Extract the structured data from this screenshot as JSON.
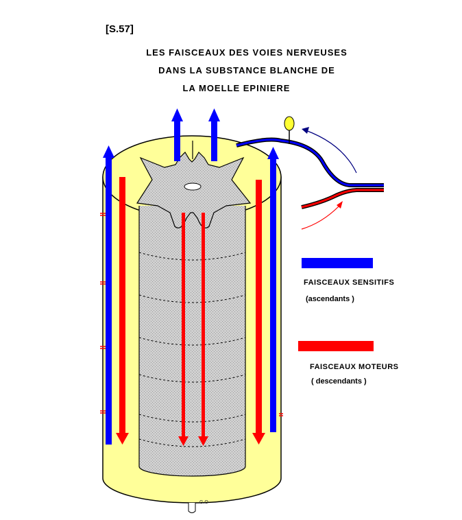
{
  "code": "[S.57]",
  "title": {
    "line1": "LES FAISCEAUX DES VOIES NERVEUSES",
    "line2": "DANS LA SUBSTANCE BLANCHE DE",
    "line3": "LA MOELLE EPINIERE"
  },
  "legend": {
    "sensory": {
      "label": "FAISCEAUX SENSITIFS",
      "sub": "(ascendants )",
      "color": "#0000ff"
    },
    "motor": {
      "label": "FAISCEAUX MOTEURS",
      "sub": "( descendants )",
      "color": "#ff0000"
    }
  },
  "initials": "G.O",
  "colors": {
    "white_matter": "#ffff99",
    "grey_matter": "#c8c8c8",
    "outline": "#000000"
  }
}
